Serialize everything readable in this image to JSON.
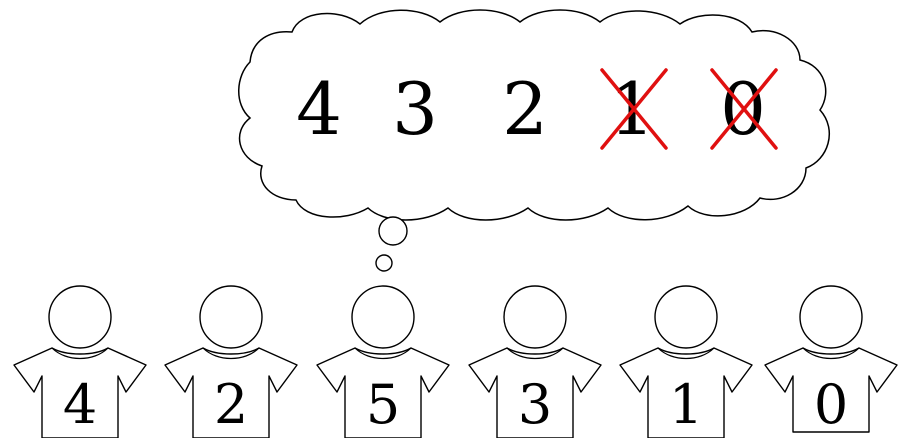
{
  "thought": {
    "numbers": [
      {
        "label": "4",
        "crossed": false
      },
      {
        "label": "3",
        "crossed": false
      },
      {
        "label": "2",
        "crossed": false
      },
      {
        "label": "1",
        "crossed": true
      },
      {
        "label": "0",
        "crossed": true
      }
    ]
  },
  "people": [
    {
      "shirt_number": "4",
      "thinking": false
    },
    {
      "shirt_number": "2",
      "thinking": false
    },
    {
      "shirt_number": "5",
      "thinking": true
    },
    {
      "shirt_number": "3",
      "thinking": false
    },
    {
      "shirt_number": "1",
      "thinking": false
    },
    {
      "shirt_number": "0",
      "thinking": false
    }
  ],
  "colors": {
    "stroke": "#000000",
    "cross": "#e01010",
    "background": "#ffffff"
  }
}
